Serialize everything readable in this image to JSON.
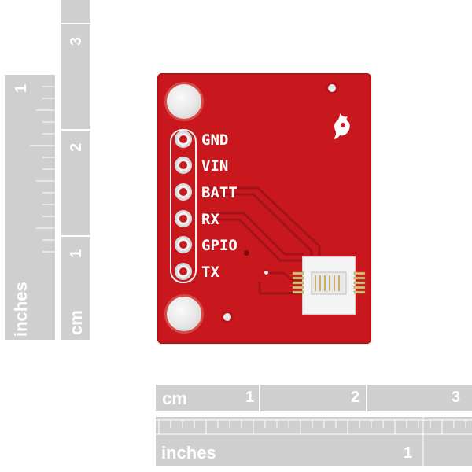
{
  "board": {
    "pins": [
      {
        "label": "GND"
      },
      {
        "label": "VIN"
      },
      {
        "label": "BATT"
      },
      {
        "label": "RX"
      },
      {
        "label": "GPIO"
      },
      {
        "label": "TX"
      }
    ],
    "logo": "flame-logo-icon",
    "colors": {
      "pcb": "#c8181d",
      "silkscreen": "#ffffff"
    }
  },
  "ruler_left": {
    "inches_label": "inches",
    "inches_marks": [
      "1"
    ],
    "cm_label": "cm",
    "cm_marks": [
      "1",
      "2",
      "3"
    ]
  },
  "ruler_bottom": {
    "cm_label": "cm",
    "cm_marks": [
      "1",
      "2",
      "3"
    ],
    "inches_label": "inches",
    "inches_marks": [
      "1"
    ]
  }
}
